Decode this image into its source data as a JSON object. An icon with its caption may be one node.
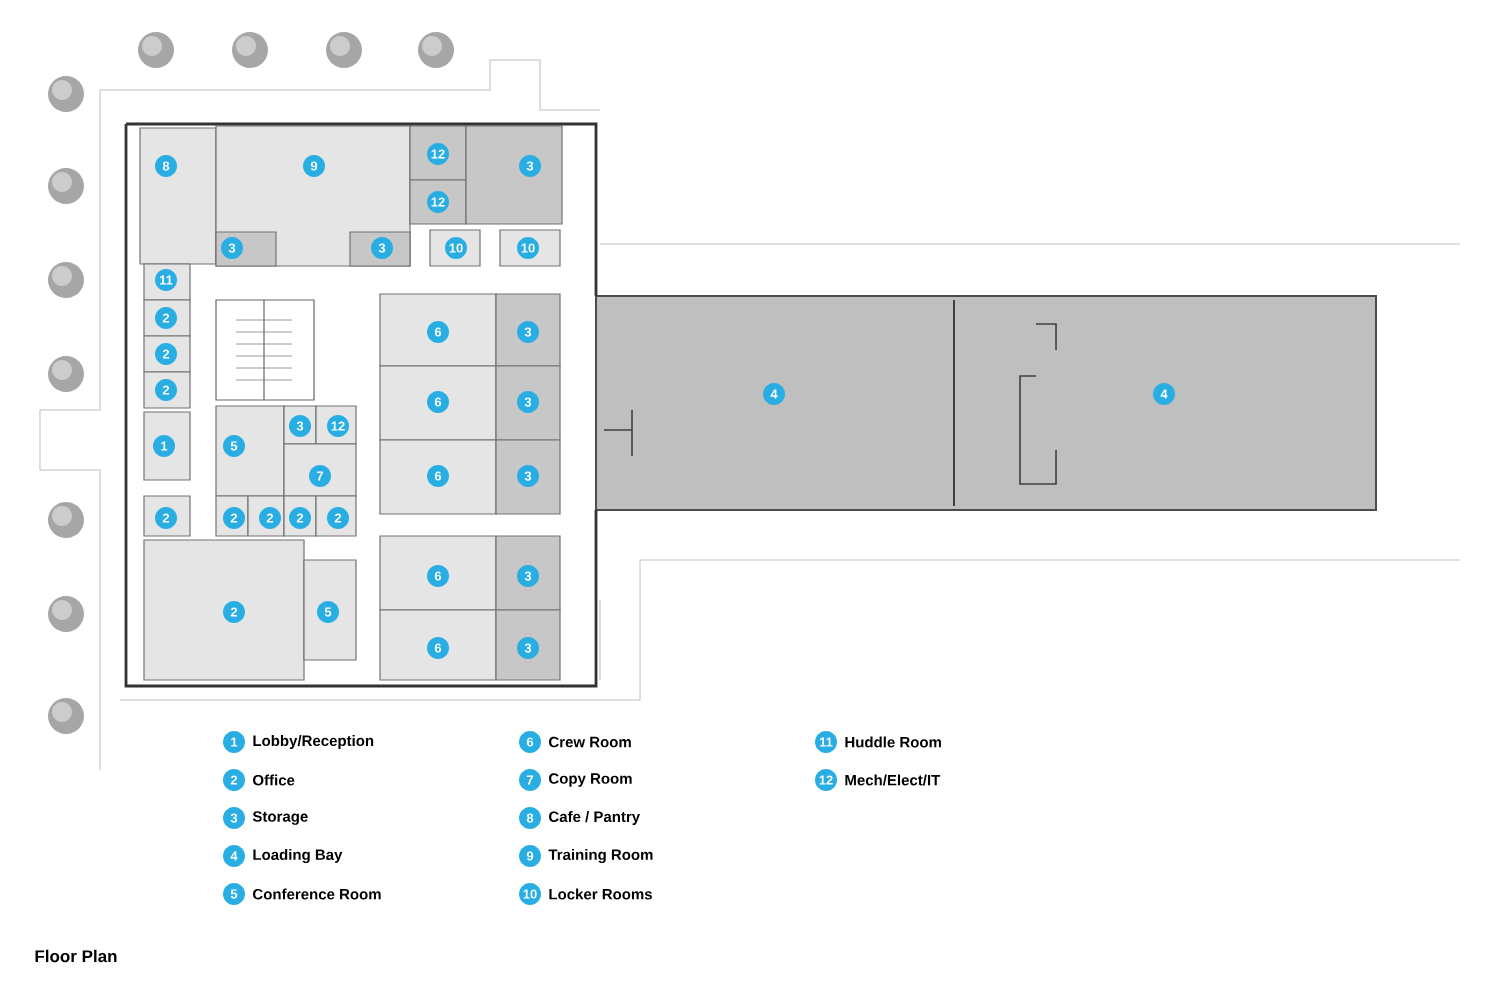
{
  "diagram": {
    "caption": "Floor Plan",
    "labels": [
      "8",
      "9",
      "12",
      "3",
      "12",
      "3",
      "3",
      "10",
      "10",
      "11",
      "2",
      "6",
      "3",
      "2",
      "2",
      "4",
      "4",
      "6",
      "3",
      "3",
      "12",
      "1",
      "5",
      "7",
      "6",
      "3",
      "2",
      "2",
      "2",
      "2",
      "2",
      "6",
      "3",
      "2",
      "5",
      "6",
      "3",
      "1",
      "Lobby/Reception",
      "2",
      "Office",
      "3",
      "Storage",
      "4",
      "Loading Bay",
      "5",
      "Conference Room",
      "6",
      "Crew Room",
      "7",
      "Copy Room",
      "8",
      "Cafe / Pantry",
      "9",
      "Training Room",
      "10",
      "Locker Rooms",
      "11",
      "Huddle Room",
      "12",
      "Mech/Elect/IT"
    ]
  }
}
